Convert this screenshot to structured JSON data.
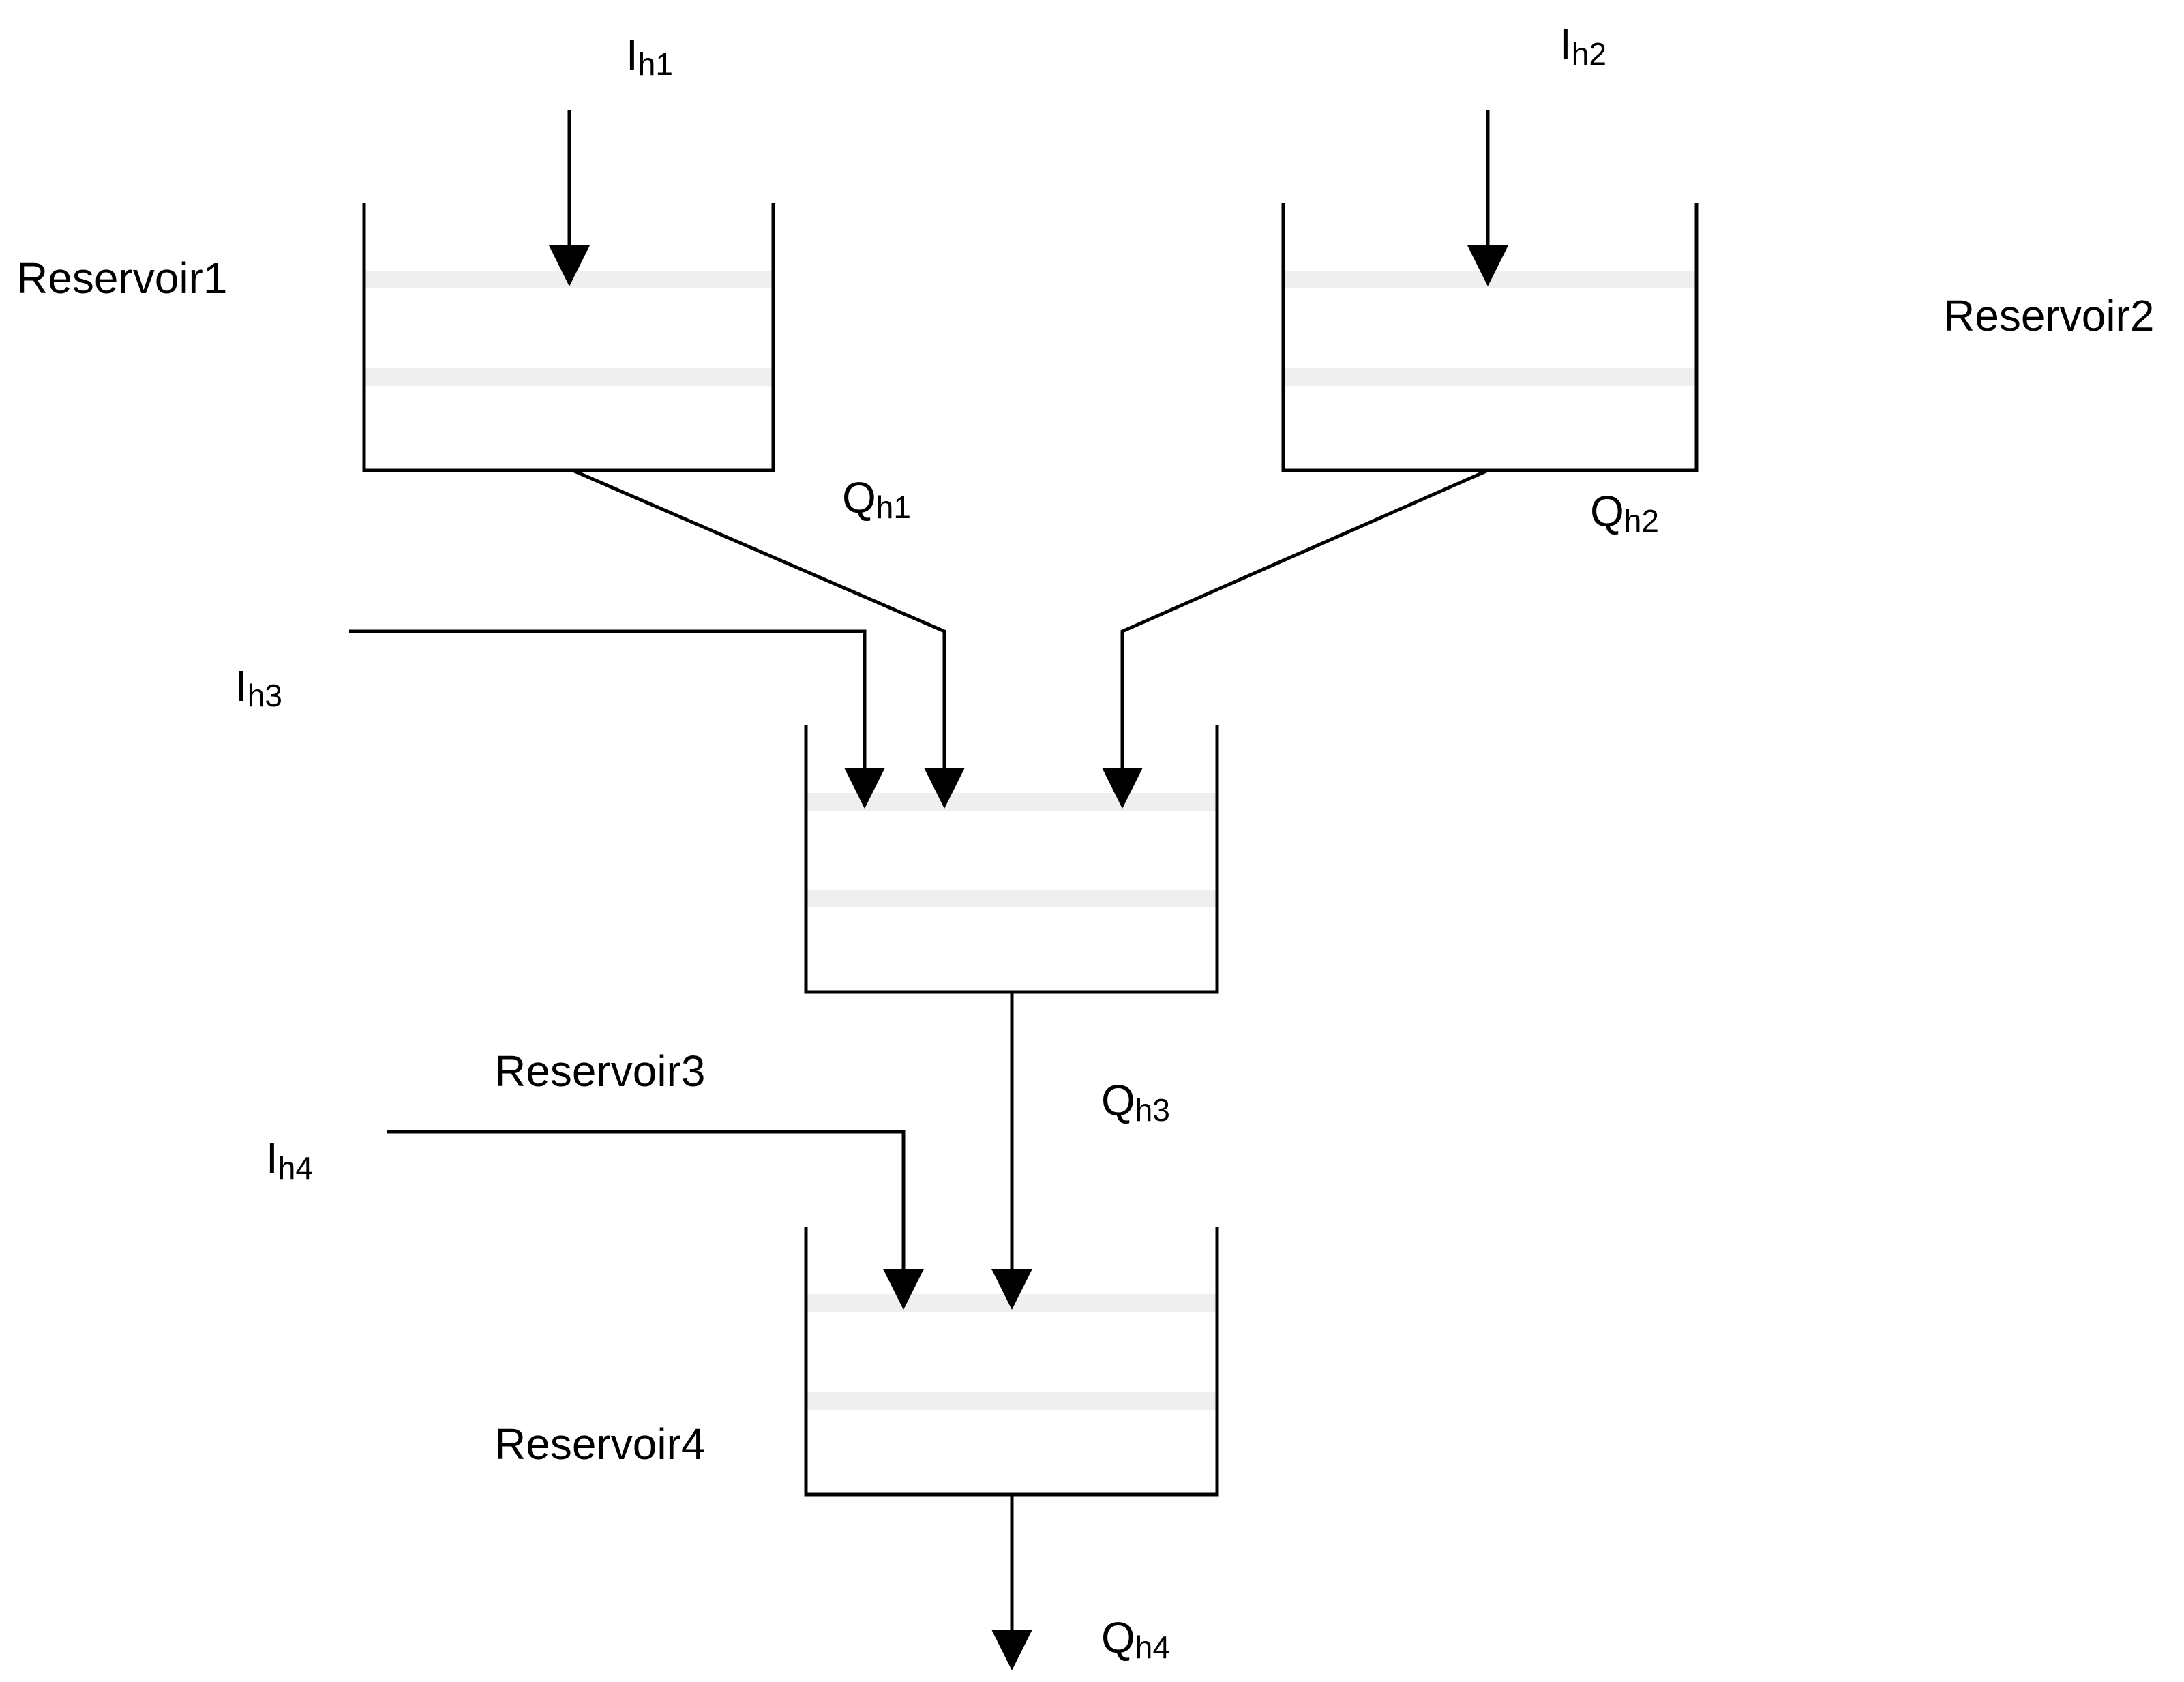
{
  "reservoirs": [
    {
      "id": "r1",
      "label": "Reservoir1"
    },
    {
      "id": "r2",
      "label": "Reservoir2"
    },
    {
      "id": "r3",
      "label": "Reservoir3"
    },
    {
      "id": "r4",
      "label": "Reservoir4"
    }
  ],
  "flows": {
    "ih1": {
      "main": "I",
      "sub": "h1"
    },
    "ih2": {
      "main": "I",
      "sub": "h2"
    },
    "ih3": {
      "main": "I",
      "sub": "h3"
    },
    "ih4": {
      "main": "I",
      "sub": "h4"
    },
    "qh1": {
      "main": "Q",
      "sub": "h1"
    },
    "qh2": {
      "main": "Q",
      "sub": "h2"
    },
    "qh3": {
      "main": "Q",
      "sub": "h3"
    },
    "qh4": {
      "main": "Q",
      "sub": "h4"
    }
  },
  "colors": {
    "line": "#000000",
    "water_level": "#efefef",
    "background": "#ffffff"
  }
}
